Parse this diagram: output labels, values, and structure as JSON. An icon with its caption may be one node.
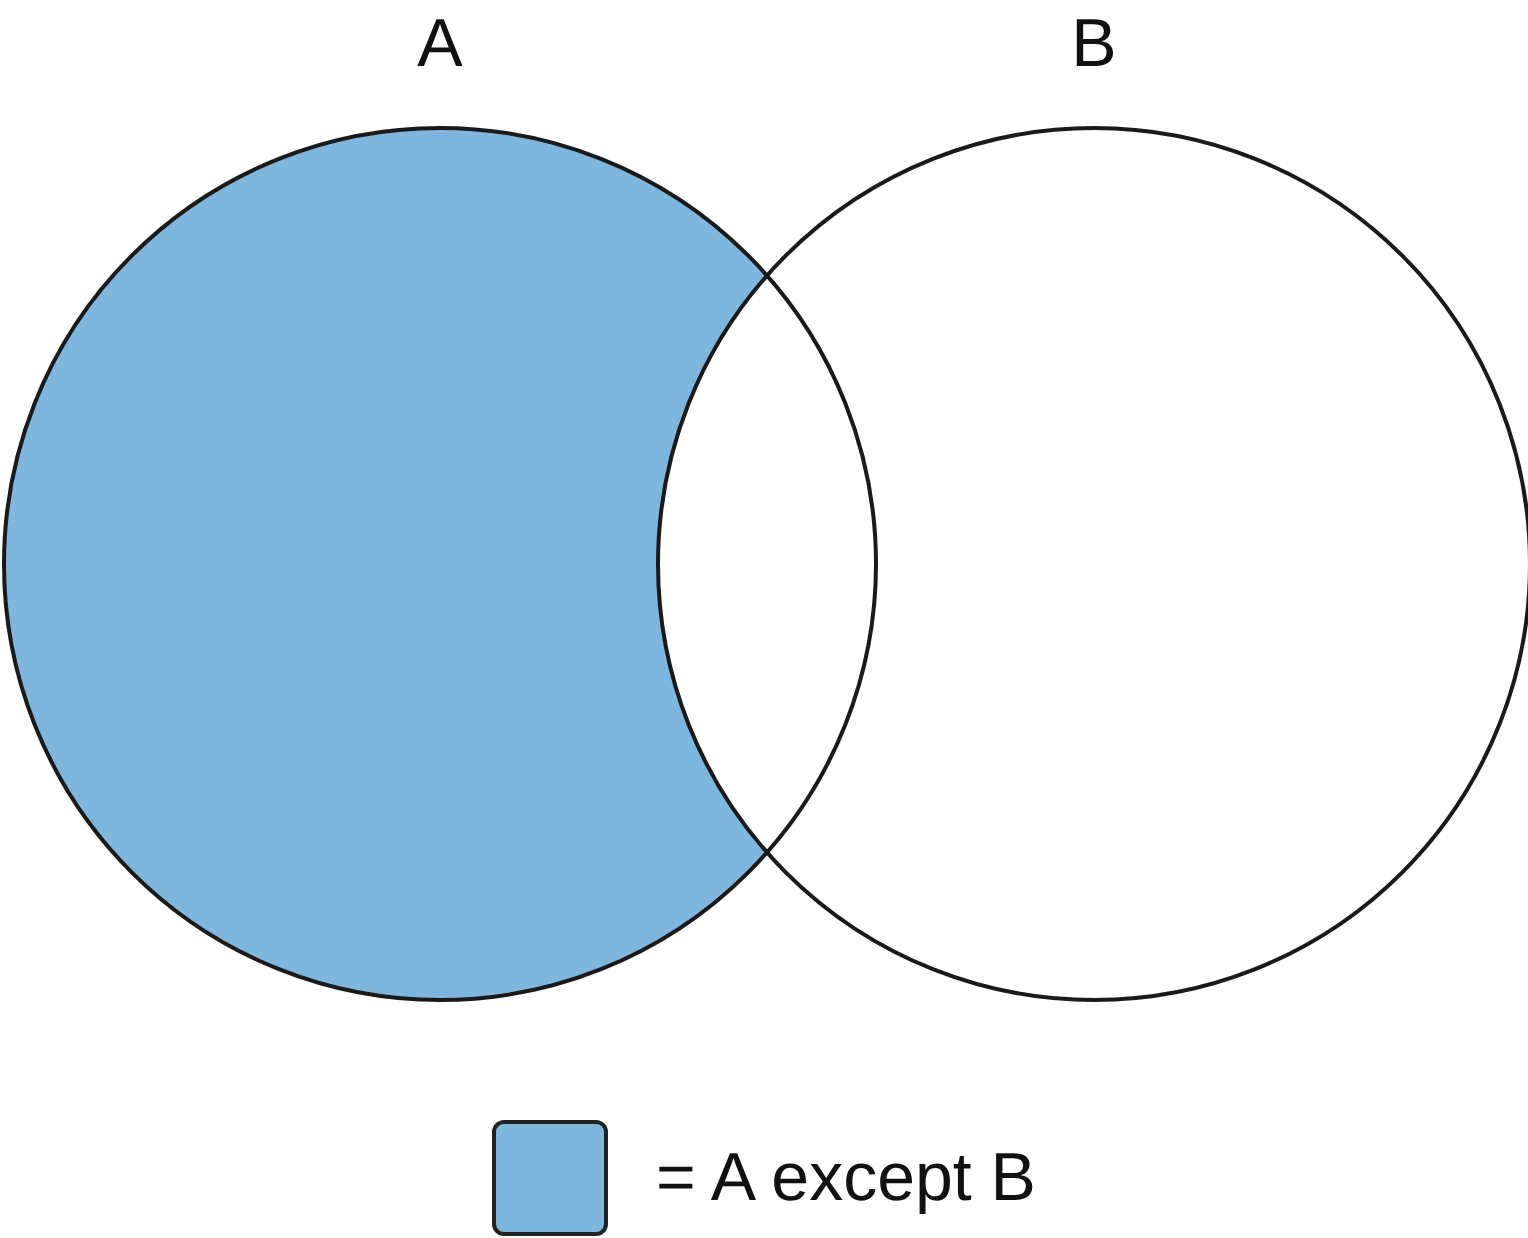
{
  "diagram": {
    "nodes": [
      {
        "text": [
          "A"
        ]
      },
      {
        "text": [
          "B"
        ]
      }
    ],
    "legend": [
      {
        "text": "= A except B",
        "color": "#7fb6dd"
      }
    ]
  }
}
